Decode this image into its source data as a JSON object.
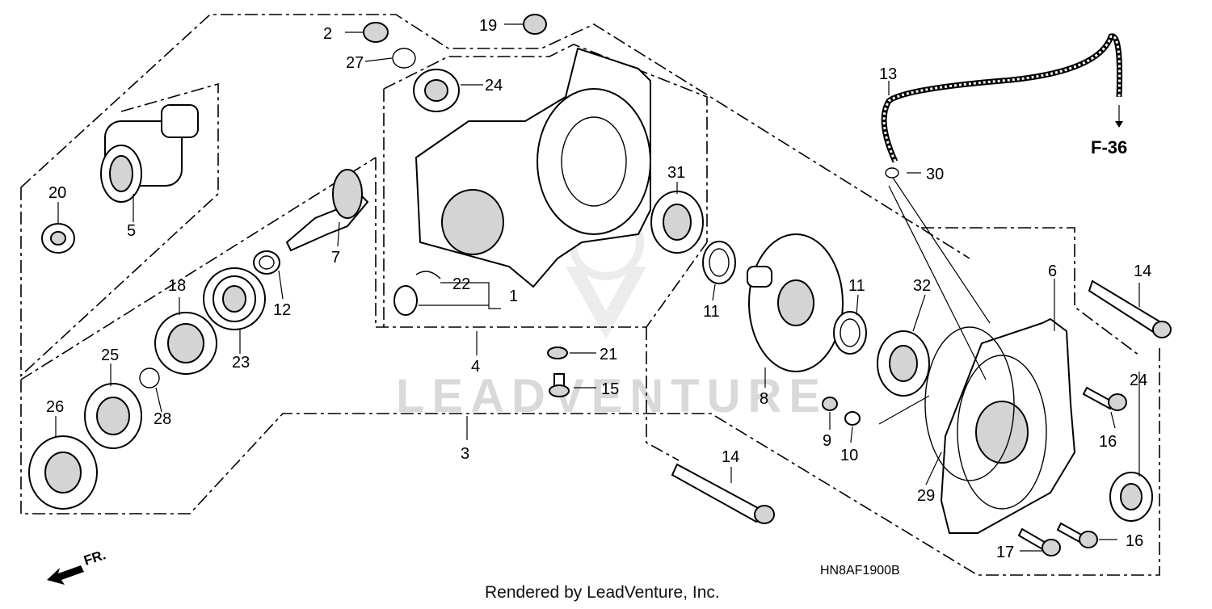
{
  "diagram": {
    "part_labels": [
      "1",
      "2",
      "3",
      "4",
      "5",
      "6",
      "7",
      "8",
      "9",
      "10",
      "11",
      "11",
      "12",
      "13",
      "14",
      "14",
      "15",
      "16",
      "16",
      "17",
      "18",
      "19",
      "20",
      "21",
      "22",
      "23",
      "24",
      "24",
      "25",
      "26",
      "27",
      "28",
      "29",
      "30",
      "31",
      "32"
    ],
    "reference_code": "F-36",
    "diagram_code": "HN8AF1900B",
    "front_marker": "FR.",
    "watermark": "LEADVENTURE",
    "credit": "Rendered by LeadVenture, Inc."
  }
}
